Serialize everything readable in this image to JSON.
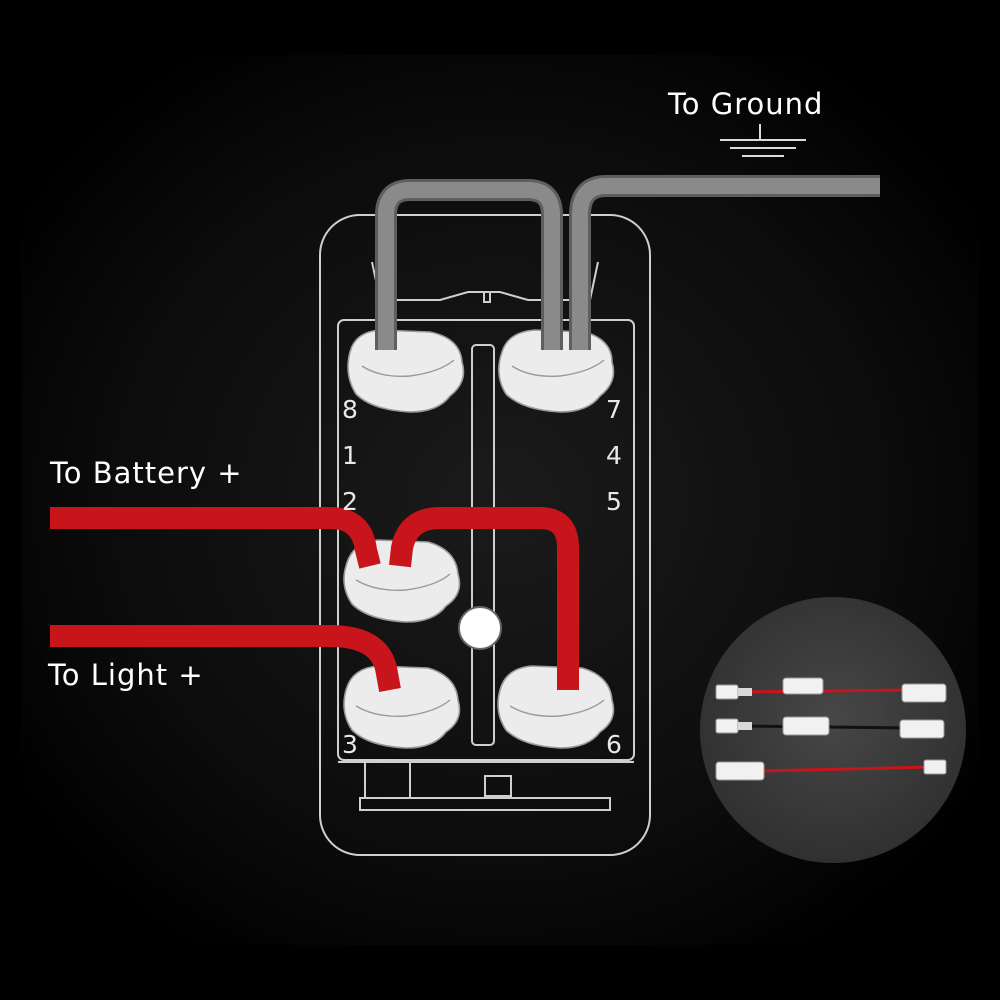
{
  "labels": {
    "ground": "To  Ground",
    "battery": "To  Battery  +",
    "light": "To  Light  +"
  },
  "pins": {
    "p8": "8",
    "p1": "1",
    "p2": "2",
    "p7": "7",
    "p4": "4",
    "p5": "5",
    "p3": "3",
    "p6": "6"
  },
  "colors": {
    "background": "#000000",
    "power_wire": "#c8141b",
    "ground_wire": "#7d7d7d",
    "outline": "#cfcfcf",
    "inset_background": "#3a3a3a"
  },
  "icons": {
    "ground": "ground-symbol-icon"
  }
}
